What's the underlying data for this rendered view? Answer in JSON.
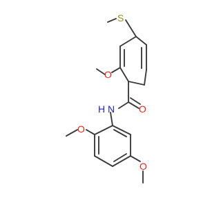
{
  "molecule": {
    "atoms": {
      "sulfur": "S",
      "oxygen_top_methoxy": "O",
      "oxygen_carbonyl": "O",
      "nitrogen_amide": "N",
      "hydrogen_amide": "H",
      "oxygen_bottom_ortho": "O",
      "oxygen_bottom_meta": "O"
    },
    "colors": {
      "bond": "#3a3a3a",
      "oxygen": "#e0281a",
      "nitrogen": "#1f1fd0",
      "sulfur": "#9a8c1a"
    }
  }
}
